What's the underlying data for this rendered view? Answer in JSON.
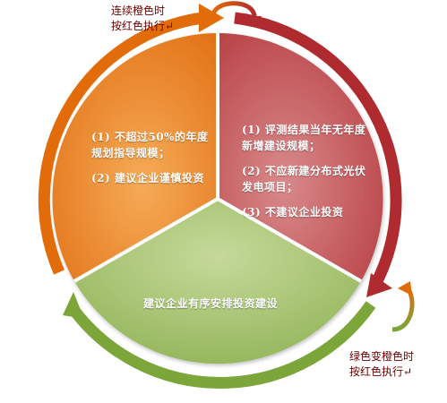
{
  "colors": {
    "orange": "#e77d1c",
    "red": "#c0474a",
    "green": "#9aba5e",
    "orange_arrow": "#e36c0a",
    "red_arrow": "#b02b2f",
    "green_arrow": "#7ca53a",
    "note_text": "#6b0000"
  },
  "segments": {
    "orange": {
      "item1": "(1) 不超过50%的年度规划指导规模；",
      "item2": "(2) 建议企业谨慎投资"
    },
    "red": {
      "item1": "(1) 评测结果当年无年度新增建设规模；",
      "item2": "(2) 不应新建分布式光伏发电项目；",
      "item3": "(3) 不建议企业投资"
    },
    "green": {
      "item1": "建议企业有序安排投资建设"
    }
  },
  "notes": {
    "top": {
      "line1": "连续橙色时",
      "line2": "按红色执行↵"
    },
    "bottom": {
      "line1": "绿色变橙色时",
      "line2": "按红色执行↵"
    }
  },
  "icons": {
    "top_transition": "curved-arrow-orange-to-red-icon",
    "bottom_transition": "curved-arrow-green-to-orange-icon"
  }
}
